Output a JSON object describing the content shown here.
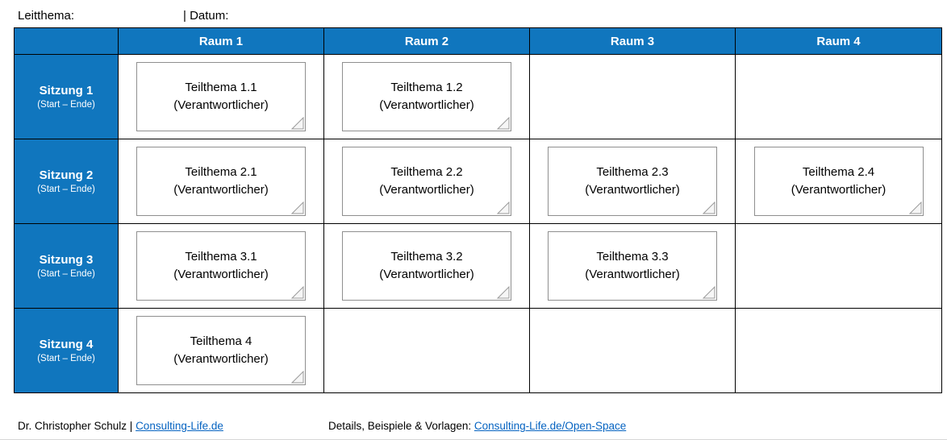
{
  "header": {
    "leitthema_label": "Leitthema:",
    "datum_label": "| Datum:"
  },
  "table": {
    "columns": [
      "Raum 1",
      "Raum 2",
      "Raum 3",
      "Raum 4"
    ],
    "rows": [
      {
        "label": "Sitzung 1",
        "sublabel": "(Start – Ende)",
        "cells": [
          {
            "title": "Teilthema 1.1",
            "subtitle": "(Verantwortlicher)"
          },
          {
            "title": "Teilthema 1.2",
            "subtitle": "(Verantwortlicher)"
          },
          null,
          null
        ]
      },
      {
        "label": "Sitzung 2",
        "sublabel": "(Start – Ende)",
        "cells": [
          {
            "title": "Teilthema 2.1",
            "subtitle": "(Verantwortlicher)"
          },
          {
            "title": "Teilthema 2.2",
            "subtitle": "(Verantwortlicher)"
          },
          {
            "title": "Teilthema 2.3",
            "subtitle": "(Verantwortlicher)"
          },
          {
            "title": "Teilthema 2.4",
            "subtitle": "(Verantwortlicher)"
          }
        ]
      },
      {
        "label": "Sitzung 3",
        "sublabel": "(Start – Ende)",
        "cells": [
          {
            "title": "Teilthema 3.1",
            "subtitle": "(Verantwortlicher)"
          },
          {
            "title": "Teilthema 3.2",
            "subtitle": "(Verantwortlicher)"
          },
          {
            "title": "Teilthema 3.3",
            "subtitle": "(Verantwortlicher)"
          },
          null
        ]
      },
      {
        "label": "Sitzung 4",
        "sublabel": "(Start – Ende)",
        "cells": [
          {
            "title": "Teilthema 4",
            "subtitle": "(Verantwortlicher)"
          },
          null,
          null,
          null
        ]
      }
    ]
  },
  "footer": {
    "author_text": "Dr. Christopher Schulz | ",
    "author_link": "Consulting-Life.de",
    "details_text": "Details, Beispiele & Vorlagen: ",
    "details_link": "Consulting-Life.de/Open-Space"
  },
  "colors": {
    "header_blue": "#1076BE",
    "link_blue": "#0563C1"
  }
}
